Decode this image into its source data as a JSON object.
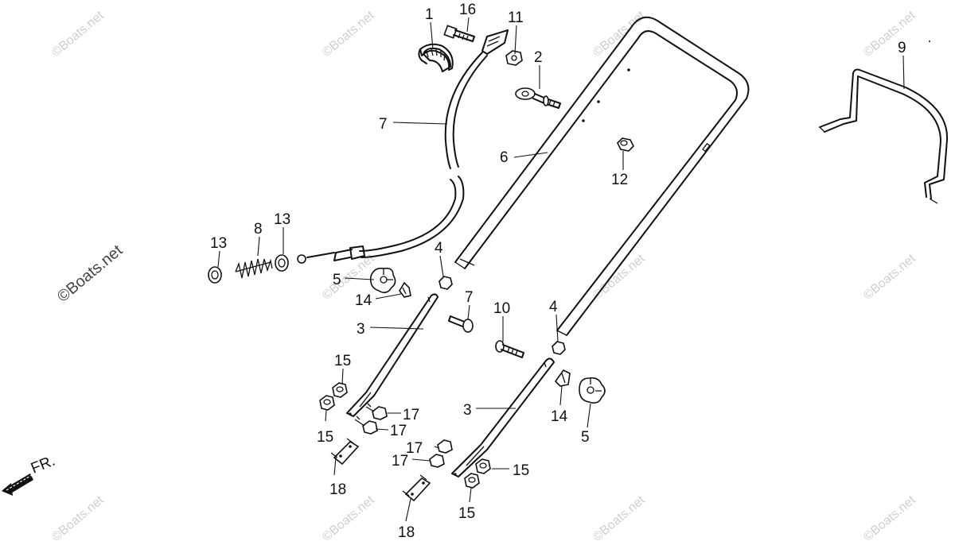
{
  "watermark": "©Boats.net",
  "direction_label": "FR.",
  "callouts": {
    "c1": "1",
    "c16": "16",
    "c11": "11",
    "c2": "2",
    "c9": "9",
    "c7a": "7",
    "c6": "6",
    "c12": "12",
    "c13a": "13",
    "c8": "8",
    "c13b": "13",
    "c4a": "4",
    "c5a": "5",
    "c14a": "14",
    "c7b": "7",
    "c10": "10",
    "c4b": "4",
    "c3a": "3",
    "c15a": "15",
    "c17a": "17",
    "c17b": "17",
    "c15b": "15",
    "c18a": "18",
    "c14b": "14",
    "c3b": "3",
    "c5b": "5",
    "c17c": "17",
    "c17d": "17",
    "c15c": "15",
    "c15d": "15",
    "c18b": "18"
  }
}
